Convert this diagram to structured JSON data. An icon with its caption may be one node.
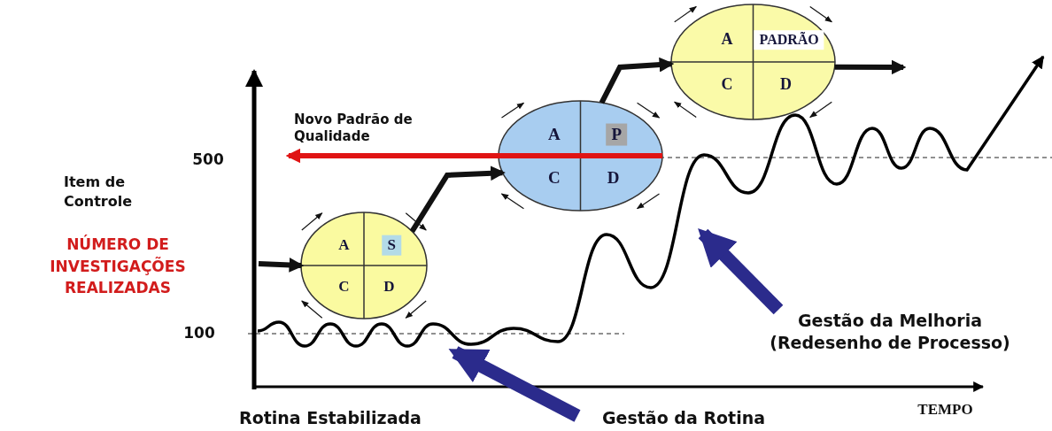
{
  "diagram": {
    "nodes": [
      {
        "text": [
          "A",
          "S",
          "C",
          "D"
        ]
      },
      {
        "text": [
          "A",
          "P",
          "C",
          "D"
        ]
      },
      {
        "text": [
          "A",
          "PADRÃO",
          "C",
          "D"
        ]
      },
      {
        "text": [
          "Gestão da Rotina"
        ]
      },
      {
        "text": [
          "Gestão da Melhoria (Redesenho de Processo)"
        ]
      }
    ],
    "edges": [
      {
        "from": null,
        "to": 0,
        "arrow": "to"
      },
      {
        "from": 0,
        "to": 1,
        "arrow": "to"
      },
      {
        "from": 1,
        "to": 2,
        "arrow": "to"
      },
      {
        "from": 2,
        "to": null,
        "arrow": "to"
      },
      {
        "from": 1,
        "to": null,
        "arrow": "to",
        "label": "Novo Padrão de Qualidade",
        "color": "#e01414"
      },
      {
        "from": 3,
        "to": null,
        "arrow": "to",
        "style": "thick",
        "color": "#2b2b8c"
      },
      {
        "from": 4,
        "to": null,
        "arrow": "to",
        "style": "thick",
        "color": "#2b2b8c"
      }
    ],
    "labels": [
      "500",
      "Item de Controle",
      "NÚMERO DE INVESTIGAÇÕES REALIZADAS",
      "100",
      "TEMPO",
      "Rotina Estabilizada"
    ]
  }
}
